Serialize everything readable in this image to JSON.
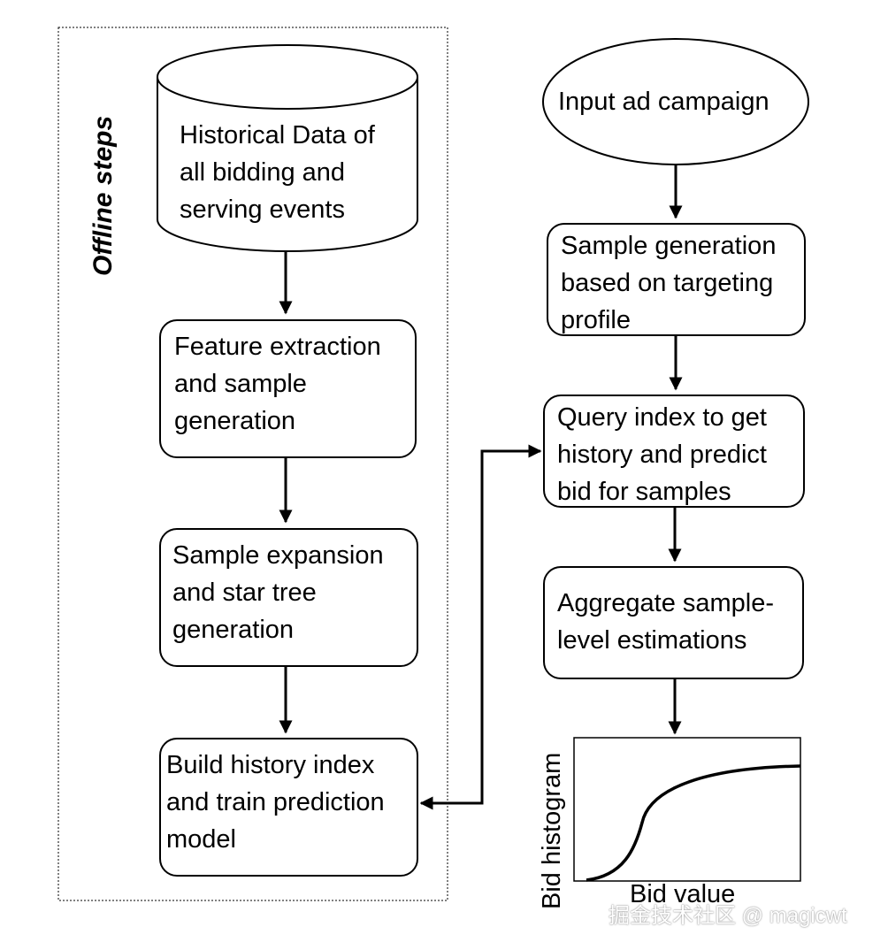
{
  "offline_label": "Offline steps",
  "left_column": {
    "database": "Historical Data of\nall bidding and\nserving events",
    "steps": [
      "Feature extraction\nand sample\ngeneration",
      "Sample expansion\nand star tree\ngeneration",
      "Build history index\nand train prediction\nmodel"
    ]
  },
  "right_column": {
    "input": "Input ad campaign",
    "steps": [
      "Sample generation\nbased on targeting\nprofile",
      "Query index to get\nhistory and predict\nbid for samples",
      "Aggregate sample-\nlevel estimations"
    ]
  },
  "plot": {
    "ylabel": "Bid histogram",
    "xlabel": "Bid value"
  },
  "watermark": "掘金技术社区 @ magicwt"
}
